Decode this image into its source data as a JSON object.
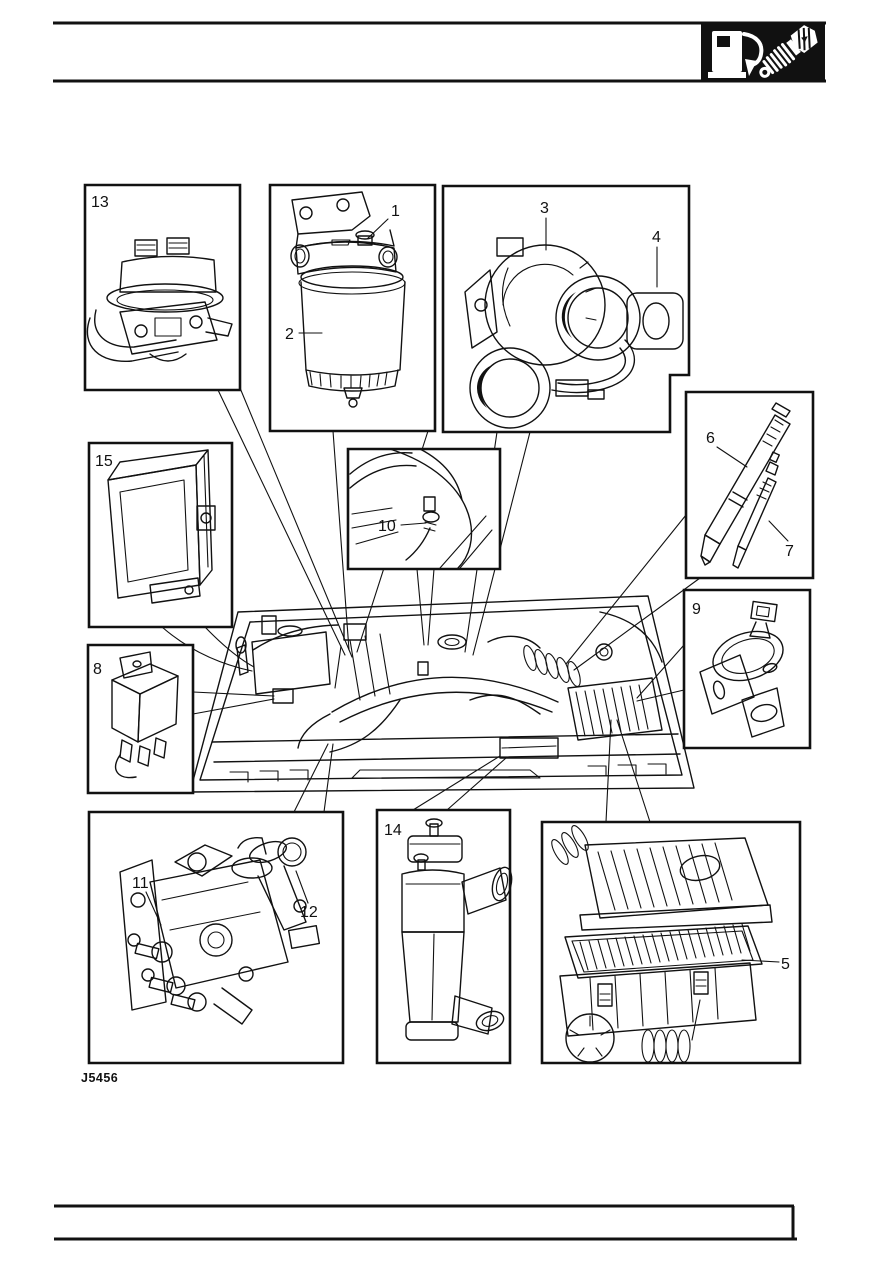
{
  "page": {
    "background": "#ffffff",
    "ink": "#111111"
  },
  "header": {
    "icon_panel_bg": "#000000",
    "icons": [
      {
        "name": "fuel-pump-icon"
      },
      {
        "name": "glow-plug-icon"
      }
    ]
  },
  "figure": {
    "code": "J5456"
  },
  "callouts": {
    "n1": "1",
    "n2": "2",
    "n3": "3",
    "n4": "4",
    "n5": "5",
    "n6": "6",
    "n7": "7",
    "n8": "8",
    "n9": "9",
    "n10": "10",
    "n11": "11",
    "n12": "12",
    "n13": "13",
    "n14": "14",
    "n15": "15"
  },
  "diagram": {
    "parts": [
      {
        "callout": "1",
        "depicts": "bleed-screw"
      },
      {
        "callout": "2",
        "depicts": "fuel-filter"
      },
      {
        "callout": "3",
        "depicts": "turbocharger"
      },
      {
        "callout": "4",
        "depicts": "turbo-outlet"
      },
      {
        "callout": "5",
        "depicts": "air-cleaner-element"
      },
      {
        "callout": "6",
        "depicts": "fuel-injector"
      },
      {
        "callout": "7",
        "depicts": "glow-plug"
      },
      {
        "callout": "8",
        "depicts": "relay"
      },
      {
        "callout": "9",
        "depicts": "egr-valve"
      },
      {
        "callout": "10",
        "depicts": "sensor-close-up"
      },
      {
        "callout": "11",
        "depicts": "fuel-injection-pump"
      },
      {
        "callout": "12",
        "depicts": "primer-cap"
      },
      {
        "callout": "13",
        "depicts": "fuel-lift-pump"
      },
      {
        "callout": "14",
        "depicts": "fuel-cooler"
      },
      {
        "callout": "15",
        "depicts": "engine-control-unit"
      }
    ]
  }
}
